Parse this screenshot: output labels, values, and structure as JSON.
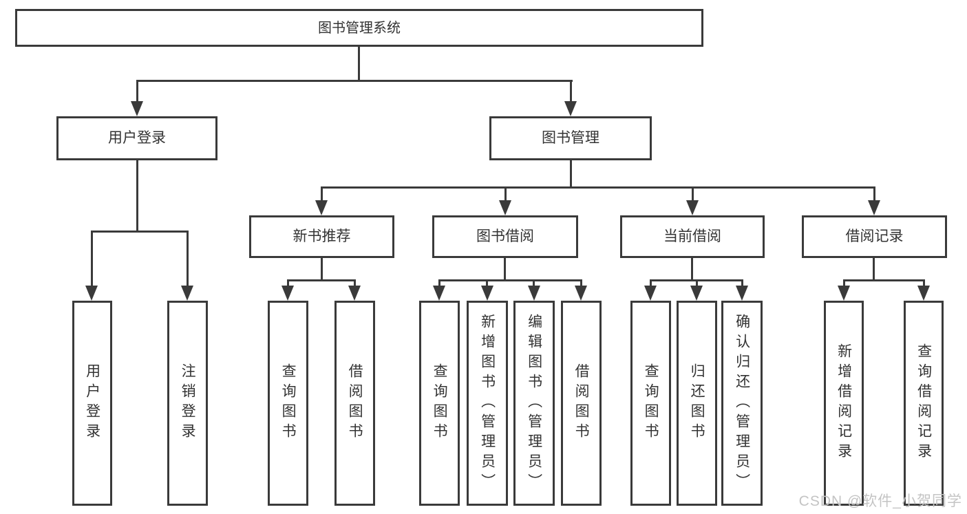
{
  "colors": {
    "line": "#3a3a3a",
    "box-border": "#3a3a3a",
    "text": "#333333",
    "background": "#ffffff",
    "watermark": "#c4c4c4"
  },
  "watermark": {
    "text": "CSDN @软件_小贺同学"
  },
  "tree": {
    "root": "图书管理系统",
    "children": [
      {
        "label": "用户登录",
        "children": [
          "用户登录",
          "注销登录"
        ]
      },
      {
        "label": "图书管理",
        "children": [
          {
            "label": "新书推荐",
            "children": [
              "查询图书",
              "借阅图书"
            ]
          },
          {
            "label": "图书借阅",
            "children": [
              "查询图书",
              "新增图书（管理员）",
              "编辑图书（管理员）",
              "借阅图书"
            ]
          },
          {
            "label": "当前借阅",
            "children": [
              "查询图书",
              "归还图书",
              "确认归还（管理员）"
            ]
          },
          {
            "label": "借阅记录",
            "children": [
              "新增借阅记录",
              "查询借阅记录"
            ]
          }
        ]
      }
    ]
  }
}
